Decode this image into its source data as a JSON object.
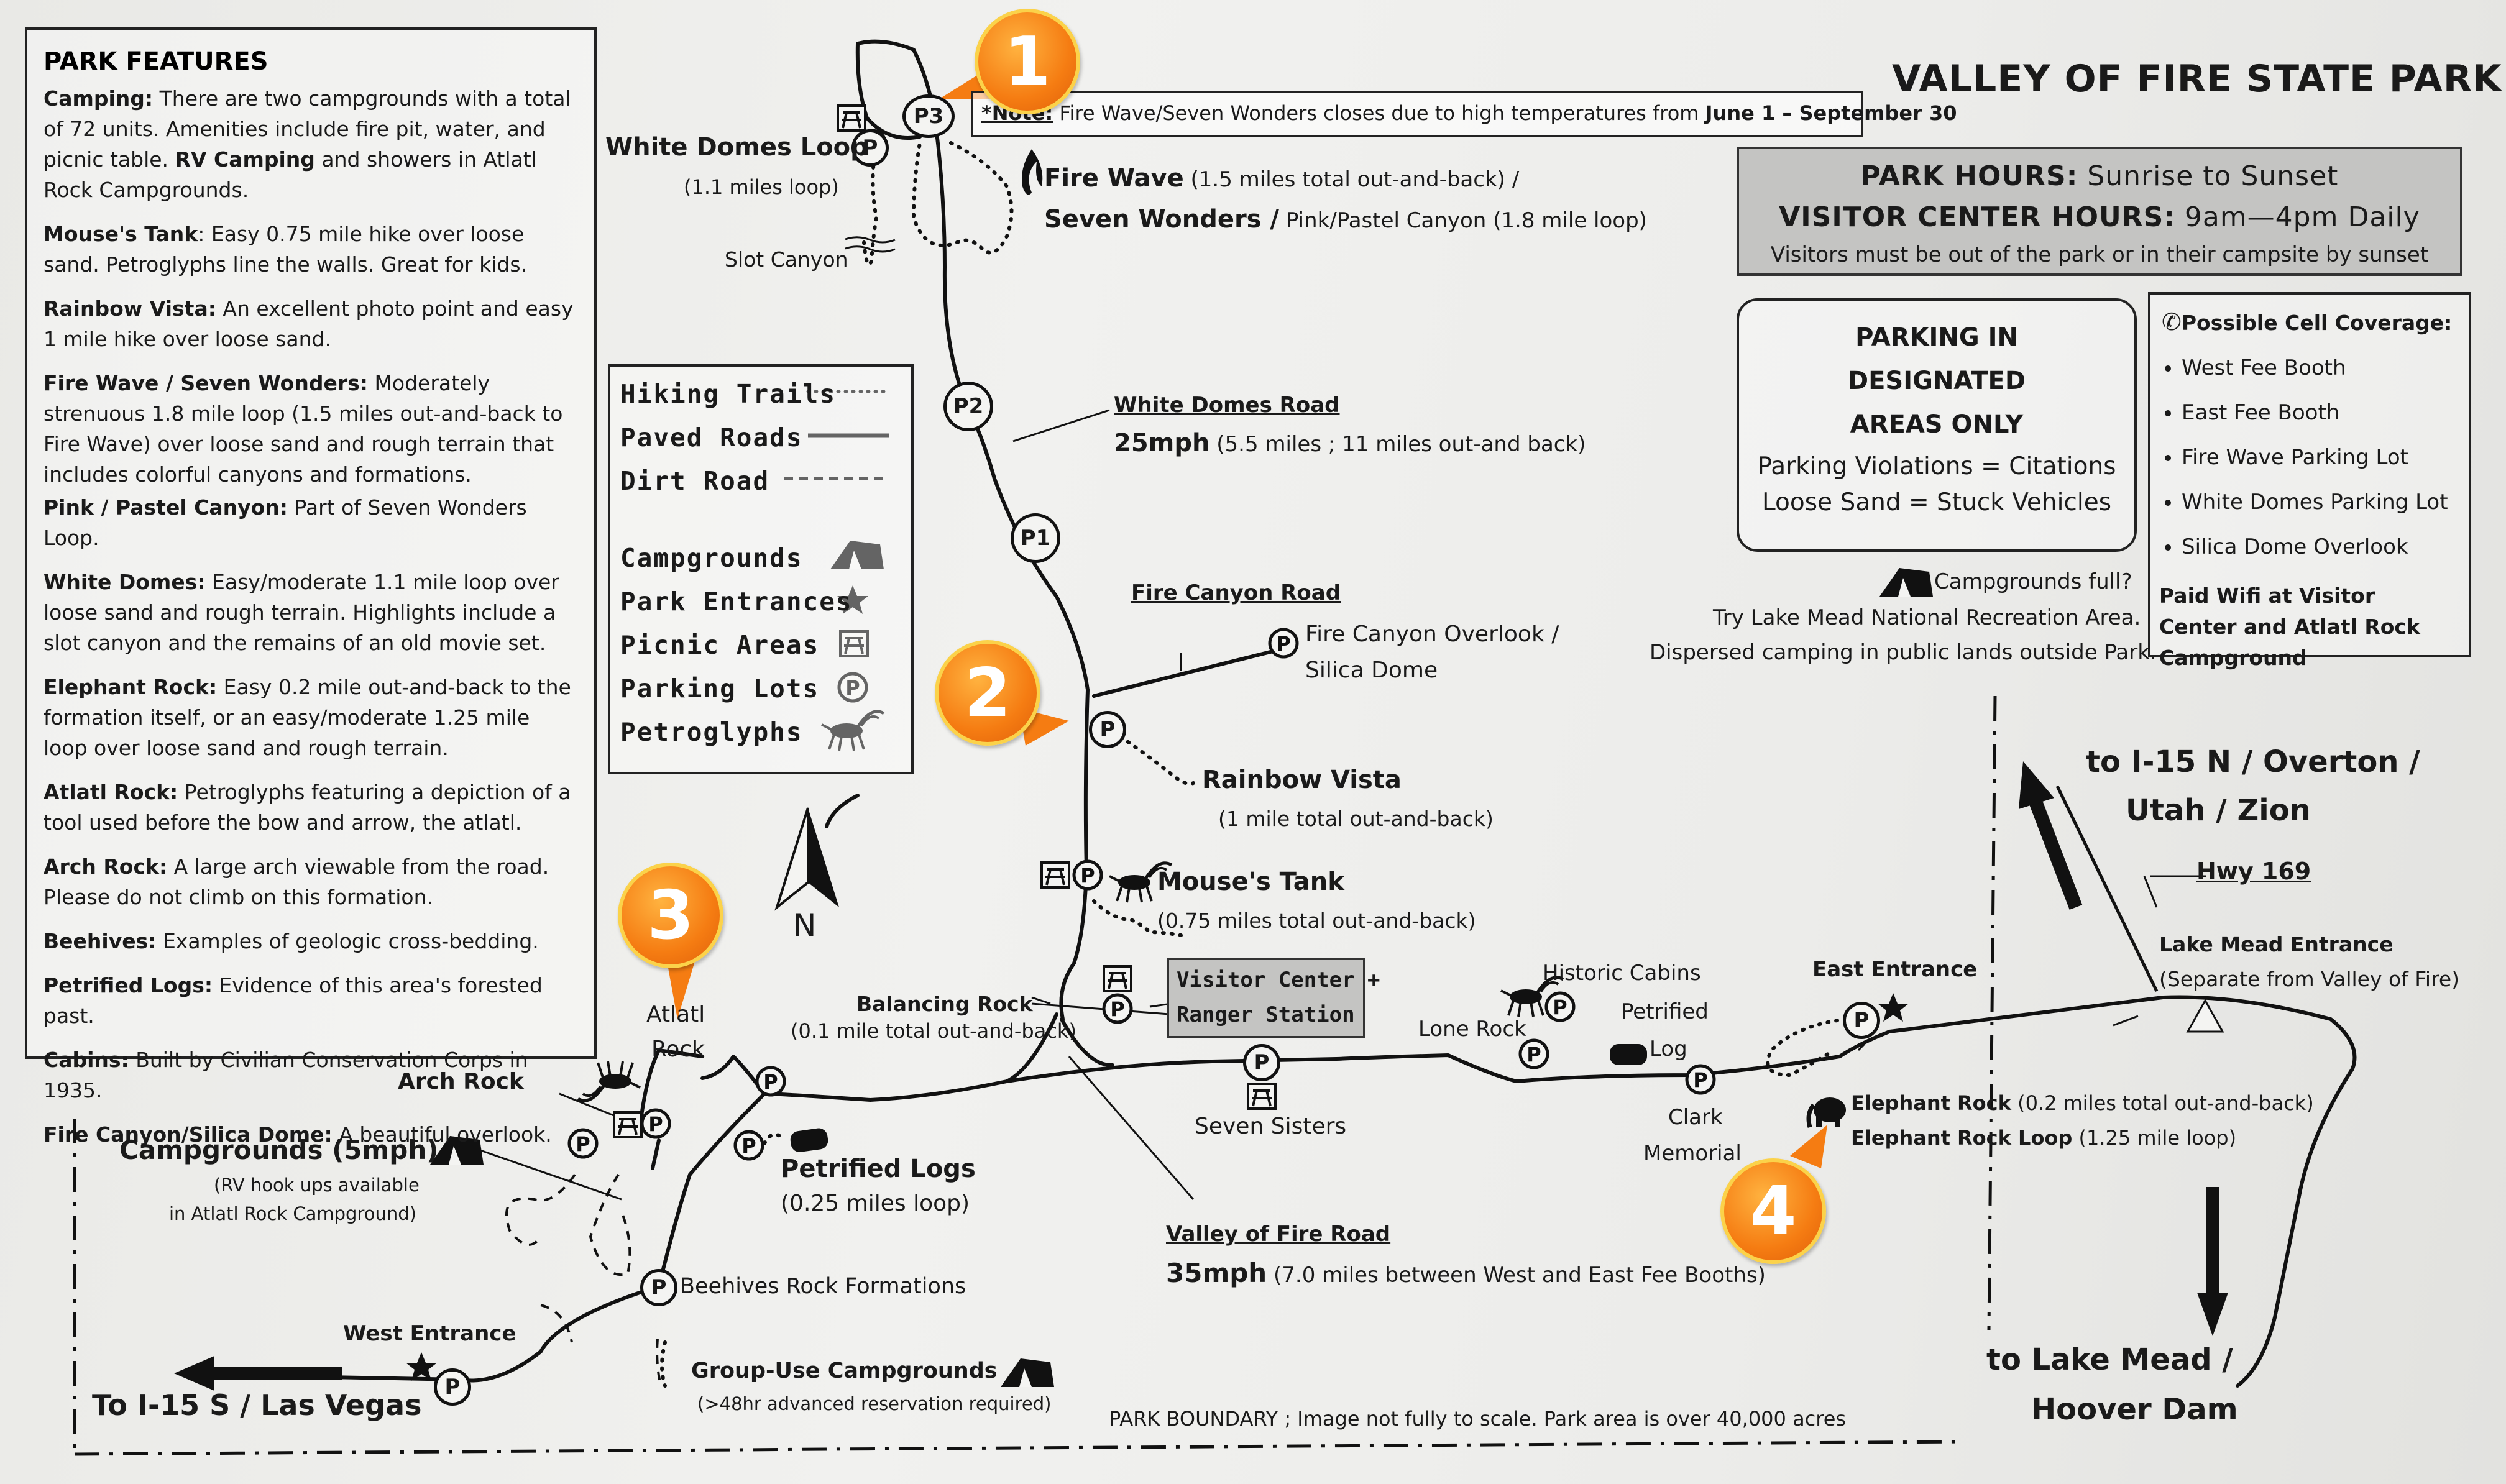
{
  "title": "VALLEY OF FIRE STATE PARK",
  "note": {
    "prefix": "*Note:",
    "text": " Fire Wave/Seven Wonders closes due to high temperatures from ",
    "dates": "June 1 – September 30"
  },
  "hours": {
    "park_label": "PARK HOURS:",
    "park_value": " Sunrise to Sunset",
    "visitor_label": "VISITOR CENTER HOURS:",
    "visitor_value": " 9am—4pm Daily",
    "sub": "Visitors must be out of the park or in their campsite by sunset"
  },
  "parking_box": {
    "l1": "PARKING IN",
    "l2": "DESIGNATED",
    "l3": "AREAS ONLY",
    "l4": "Parking Violations = Citations",
    "l5": "Loose Sand = Stuck  Vehicles"
  },
  "cell": {
    "title": "Possible Cell Coverage:",
    "items": [
      "West Fee Booth",
      "East Fee Booth",
      "Fire Wave Parking Lot",
      "White Domes Parking Lot",
      "Silica Dome Overlook"
    ],
    "wifi": "Paid Wifi at Visitor Center and Atlatl Rock Campground"
  },
  "campfull": {
    "l1": "Campgrounds full?",
    "l2": "Try Lake Mead National Recreation Area.",
    "l3": "Dispersed camping in public lands outside Park."
  },
  "features": {
    "title": "PARK FEATURES",
    "items": [
      {
        "name": "Camping:",
        "text": " There are two campgrounds with a total of 72 units. Amenities include fire pit, water, and picnic table. ",
        "bold2": "RV Camping",
        "text2": " and showers in Atlatl Rock Campgrounds."
      },
      {
        "name": "Mouse's Tank",
        "text": ": Easy 0.75 mile hike over loose sand. Petroglyphs line the walls. Great for kids."
      },
      {
        "name": "Rainbow Vista:",
        "text": " An excellent photo point and easy 1 mile hike over loose sand."
      },
      {
        "name": "Fire Wave / Seven Wonders:",
        "text": " Moderately strenuous 1.8 mile loop (1.5 miles out-and-back to Fire Wave) over loose sand and rough terrain that includes colorful canyons and formations."
      },
      {
        "name": "Pink / Pastel Canyon:",
        "text": " Part of Seven Wonders Loop."
      },
      {
        "name": "White Domes:",
        "text": " Easy/moderate 1.1 mile loop over loose sand and rough terrain. Highlights include a slot canyon and the remains of an old movie set."
      },
      {
        "name": "Elephant Rock:",
        "text": " Easy 0.2 mile out-and-back to the formation itself, or an easy/moderate 1.25 mile loop over loose sand and rough terrain."
      },
      {
        "name": "Atlatl Rock:",
        "text": " Petroglyphs featuring a depiction of a tool used before the bow and arrow, the atlatl."
      },
      {
        "name": "Arch Rock:",
        "text": " A large arch viewable from the road. Please do not climb on this formation."
      },
      {
        "name": "Beehives:",
        "text": " Examples of geologic cross-bedding."
      },
      {
        "name": "Petrified Logs:",
        "text": " Evidence of this area's forested past."
      },
      {
        "name": "Cabins:",
        "text": " Built by Civilian Conservation Corps in 1935."
      },
      {
        "name": "Fire Canyon/Silica Dome:",
        "text": " A beautiful overlook."
      }
    ]
  },
  "legend": {
    "hiking": "Hiking Trails",
    "paved": "Paved Roads",
    "dirt": "Dirt Road",
    "campgrounds": "Campgrounds",
    "entrances": "Park Entrances",
    "picnic": "Picnic Areas",
    "parking": "Parking Lots",
    "petroglyphs": "Petroglyphs"
  },
  "north": "N",
  "callouts": [
    "1",
    "2",
    "3",
    "4"
  ],
  "markers": {
    "p3": "P3",
    "p2": "P2",
    "p1": "P1",
    "p": "P"
  },
  "labels": {
    "white_domes_loop": "White Domes Loop",
    "white_domes_loop_sub": "(1.1 miles loop)",
    "slot_canyon": "Slot Canyon",
    "fire_wave": "Fire Wave",
    "fire_wave_sub": " (1.5 miles total out-and-back) /",
    "seven_wonders": "Seven Wonders /",
    "seven_wonders_sub": " Pink/Pastel Canyon (1.8 mile loop)",
    "white_domes_road": "White Domes Road",
    "white_domes_speed": "25mph",
    "white_domes_speed_sub": " (5.5 miles ; 11 miles out-and back)",
    "fire_canyon_road": "Fire Canyon Road",
    "fire_canyon_overlook": "Fire Canyon Overlook /",
    "silica_dome": "Silica Dome",
    "rainbow_vista": "Rainbow Vista",
    "rainbow_vista_sub": "(1 mile total out-and-back)",
    "mouses_tank": "Mouse's Tank",
    "mouses_tank_sub": "(0.75 miles total out-and-back)",
    "balancing_rock": "Balancing Rock",
    "balancing_rock_sub": "(0.1 mile total out-and-back)",
    "visitor_center_1": "Visitor Center +",
    "visitor_center_2": "Ranger Station",
    "atlatl_1": "Atlatl",
    "atlatl_2": "Rock",
    "arch_rock": "Arch Rock",
    "campgrounds_5mph": "Campgrounds (5mph)",
    "rv_1": "(RV hook ups available",
    "rv_2": "in Atlatl Rock Campground)",
    "petrified_logs": "Petrified Logs",
    "petrified_logs_sub": "(0.25 miles loop)",
    "seven_sisters": "Seven Sisters",
    "lone_rock": "Lone Rock",
    "historic_cabins": "Historic Cabins",
    "petrified_log_1": "Petrified",
    "petrified_log_2": "Log",
    "clark_1": "Clark",
    "clark_2": "Memorial",
    "east_entrance": "East Entrance",
    "elephant_rock": "Elephant Rock",
    "elephant_rock_sub": " (0.2 miles total out-and-back)",
    "elephant_loop": "Elephant Rock Loop",
    "elephant_loop_sub": " (1.25 mile loop)",
    "valley_road": "Valley of Fire Road",
    "valley_speed": "35mph",
    "valley_speed_sub": " (7.0 miles between West and East Fee Booths)",
    "beehives": "Beehives Rock Formations",
    "group_use": "Group-Use Campgrounds",
    "group_use_sub": "(>48hr advanced reservation required)",
    "west_entrance": "West Entrance",
    "to_lv": "To I-15 S / Las Vegas",
    "boundary": "PARK BOUNDARY ; Image not fully to scale. Park area is over 40,000 acres",
    "to_overton_1": "to I-15 N / Overton /",
    "to_overton_2": "Utah / Zion",
    "hwy169": "Hwy 169",
    "lake_mead_entrance": "Lake Mead Entrance",
    "lake_mead_entrance_sub": "(Separate from Valley of Fire)",
    "to_lake_mead_1": "to Lake Mead /",
    "to_lake_mead_2": "Hoover Dam"
  }
}
